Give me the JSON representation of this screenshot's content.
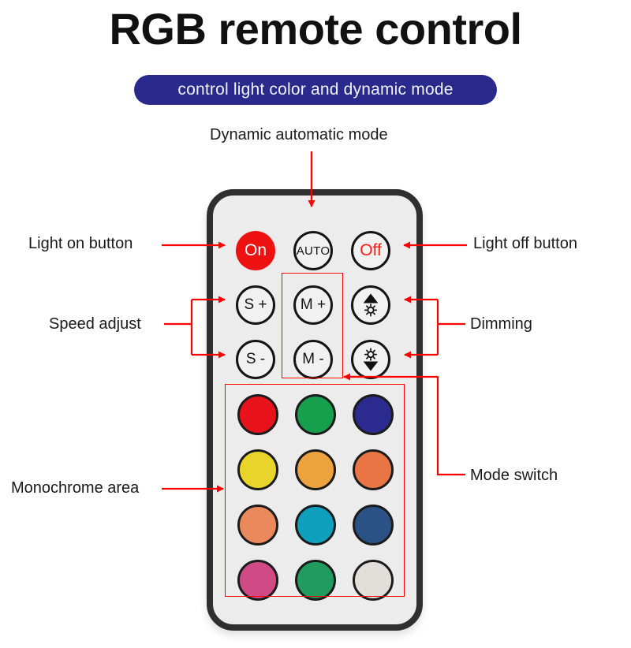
{
  "header": {
    "title": "RGB remote control",
    "subtitle": "control light color and dynamic mode",
    "pill_color": "#2a2a8c"
  },
  "device": {
    "name": "rgb-remote",
    "body_color": "#ececec",
    "frame_color": "#2f2f2f"
  },
  "buttons": {
    "on": {
      "label": "On",
      "fill": "#ee1111",
      "text_color": "#ffffff"
    },
    "auto": {
      "label": "AUTO",
      "fill": "#f1f1f1",
      "text_color": "#141414"
    },
    "off": {
      "label": "Off",
      "fill": "#f1f1f1",
      "text_color": "#ff1a1a"
    },
    "speed_up": {
      "label": "S +",
      "fill": "#f1f1f1",
      "text_color": "#141414"
    },
    "speed_down": {
      "label": "S -",
      "fill": "#f1f1f1",
      "text_color": "#141414"
    },
    "mode_up": {
      "label": "M +",
      "fill": "#f1f1f1",
      "text_color": "#141414"
    },
    "mode_down": {
      "label": "M -",
      "fill": "#f1f1f1",
      "text_color": "#141414"
    },
    "bright_up": {
      "label": "",
      "icon": "brightness-up-icon",
      "fill": "#f1f1f1"
    },
    "bright_down": {
      "label": "",
      "icon": "brightness-down-icon",
      "fill": "#f1f1f1"
    }
  },
  "color_grid": {
    "rows": 4,
    "cols": 3,
    "swatches": [
      {
        "name": "red",
        "color": "#e8121a"
      },
      {
        "name": "green",
        "color": "#16a04e"
      },
      {
        "name": "navy-blue",
        "color": "#2a2a8f"
      },
      {
        "name": "yellow",
        "color": "#e8d42a"
      },
      {
        "name": "amber",
        "color": "#eda33d"
      },
      {
        "name": "dark-orange",
        "color": "#e97544"
      },
      {
        "name": "salmon",
        "color": "#ea8a5c"
      },
      {
        "name": "cyan",
        "color": "#0fa0bd"
      },
      {
        "name": "steel-blue",
        "color": "#2a5284"
      },
      {
        "name": "magenta-pink",
        "color": "#d04a85"
      },
      {
        "name": "emerald",
        "color": "#1f9c5e"
      },
      {
        "name": "warm-white",
        "color": "#e2ded9"
      }
    ]
  },
  "annotations": {
    "dynamic_mode": "Dynamic automatic mode",
    "light_on": "Light on button",
    "light_off": "Light off button",
    "speed_adjust": "Speed adjust",
    "dimming": "Dimming",
    "mode_switch": "Mode switch",
    "monochrome_area": "Monochrome area",
    "line_color": "#ff0000"
  }
}
